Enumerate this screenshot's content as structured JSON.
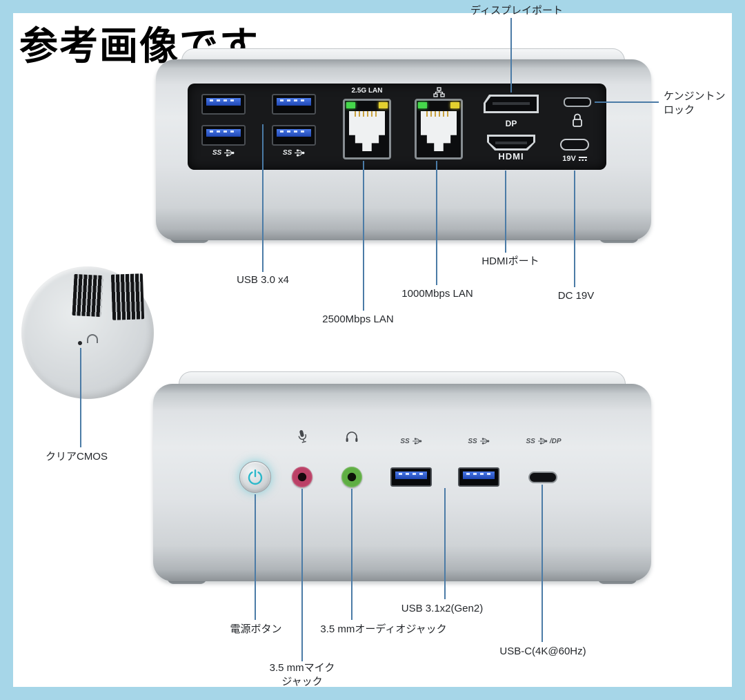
{
  "watermark": "参考画像です",
  "colors": {
    "frame": "#a6d6e8",
    "callout_line": "#4b7ba6",
    "power_accent": "#2cb8ca",
    "usb_blue": "#2a56c6",
    "led_green": "#45d84b",
    "led_yellow": "#e3d02f",
    "mic_pink": "#bb4066",
    "audio_green": "#5fae43"
  },
  "rear": {
    "panel_labels": {
      "ss": "SS",
      "lan_2_5g": "2.5G LAN",
      "dp": "DP",
      "hdmi": "HDMI",
      "dc": "19V"
    },
    "callouts": {
      "displayport": "ディスプレイポート",
      "kensington_line1": "ケンジントン",
      "kensington_line2": "ロック",
      "usb3": "USB 3.0 x4",
      "lan_2500": "2500Mbps LAN",
      "lan_1000": "1000Mbps LAN",
      "hdmi": "HDMIポート",
      "dc_19v": "DC 19V"
    }
  },
  "cmos": {
    "label": "クリアCMOS"
  },
  "front": {
    "panel_labels": {
      "ss": "SS",
      "dp_suffix": "/DP"
    },
    "callouts": {
      "power": "電源ボタン",
      "mic_line1": "3.5 mmマイク",
      "mic_line2": "ジャック",
      "audio": "3.5 mmオーディオジャック",
      "usb31": "USB 3.1x2(Gen2)",
      "usbc": "USB-C(4K@60Hz)"
    }
  }
}
